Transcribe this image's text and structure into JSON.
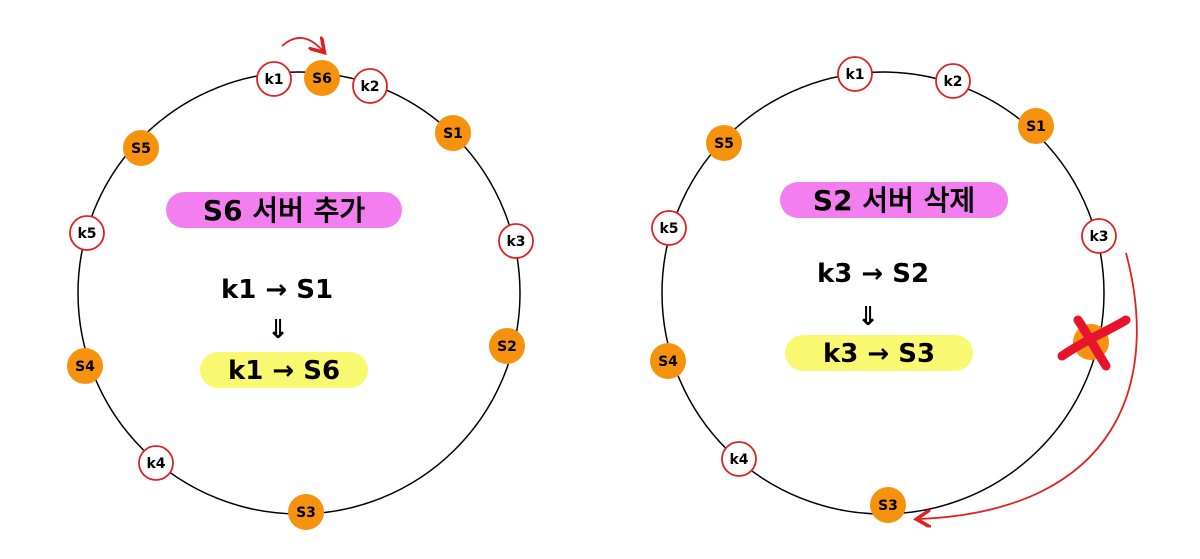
{
  "colors": {
    "server": "#f7920f",
    "key_stroke": "#e02020",
    "key_fill": "#ffffff",
    "ring": "#000000",
    "banner_magenta": "#f27ef0",
    "banner_yellow": "#f9f871",
    "arrow_red": "#e02020",
    "cross_red": "#e8132c"
  },
  "left": {
    "banner": "S6 서버 추가",
    "mapping_before": "k1 → S1",
    "down_arrow": "⇓",
    "mapping_after": "k1 → S6",
    "nodes": [
      {
        "label": "k1",
        "kind": "key"
      },
      {
        "label": "S6",
        "kind": "server"
      },
      {
        "label": "k2",
        "kind": "key"
      },
      {
        "label": "S1",
        "kind": "server"
      },
      {
        "label": "k3",
        "kind": "key"
      },
      {
        "label": "S2",
        "kind": "server"
      },
      {
        "label": "S3",
        "kind": "server"
      },
      {
        "label": "k4",
        "kind": "key"
      },
      {
        "label": "S4",
        "kind": "server"
      },
      {
        "label": "k5",
        "kind": "key"
      },
      {
        "label": "S5",
        "kind": "server"
      }
    ]
  },
  "right": {
    "banner": "S2 서버 삭제",
    "mapping_before": "k3 → S2",
    "down_arrow": "⇓",
    "mapping_after": "k3 → S3",
    "nodes": [
      {
        "label": "k1",
        "kind": "key"
      },
      {
        "label": "k2",
        "kind": "key"
      },
      {
        "label": "S1",
        "kind": "server"
      },
      {
        "label": "k3",
        "kind": "key"
      },
      {
        "label": "",
        "kind": "removed-server"
      },
      {
        "label": "S3",
        "kind": "server"
      },
      {
        "label": "k4",
        "kind": "key"
      },
      {
        "label": "S4",
        "kind": "server"
      },
      {
        "label": "k5",
        "kind": "key"
      },
      {
        "label": "S5",
        "kind": "server"
      }
    ]
  }
}
